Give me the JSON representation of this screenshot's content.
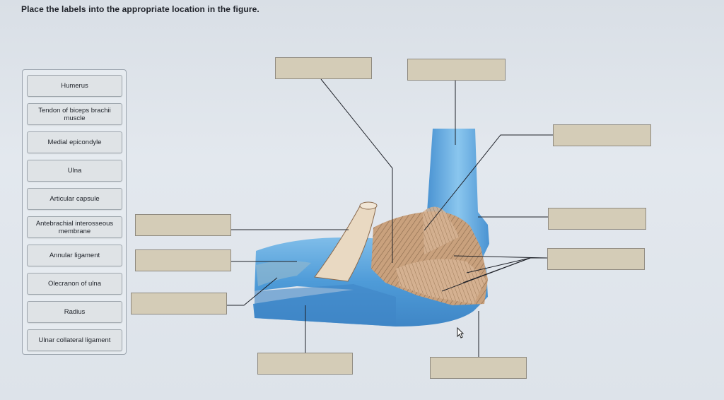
{
  "instruction": "Place the labels into the appropriate location in the figure.",
  "label_bank": [
    "Humerus",
    "Tendon of biceps brachii\nmuscle",
    "Medial epicondyle",
    "Ulna",
    "Articular capsule",
    "Antebrachial interosseous\nmembrane",
    "Annular ligament",
    "Olecranon of ulna",
    "Radius",
    "Ulnar collateral ligament"
  ],
  "drop_targets": [
    "",
    "",
    "",
    "",
    "",
    "",
    "",
    "",
    ""
  ],
  "colors": {
    "bone": "#5aa5de",
    "ligament": "#c9a17d",
    "target": "#d4ccb7"
  }
}
